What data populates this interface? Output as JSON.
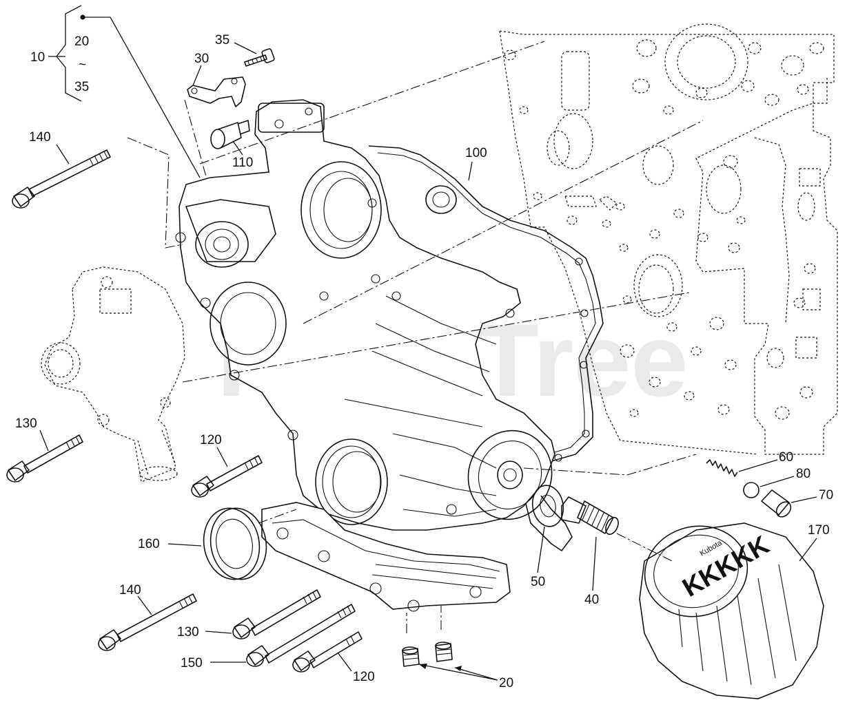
{
  "watermark": "PartsTree",
  "group": {
    "label": "10",
    "from": "20",
    "tilde": "~",
    "to": "35"
  },
  "callouts": {
    "c35": "35",
    "c30": "30",
    "c110": "110",
    "c140a": "140",
    "c100": "100",
    "c130a": "130",
    "c120a": "120",
    "c160": "160",
    "c140b": "140",
    "c130b": "130",
    "c150": "150",
    "c120b": "120",
    "c20": "20",
    "c50": "50",
    "c40": "40",
    "c60": "60",
    "c80": "80",
    "c70": "70",
    "c170": "170"
  },
  "filter_brand": "KKKKK",
  "filter_small_text": "Kubota"
}
